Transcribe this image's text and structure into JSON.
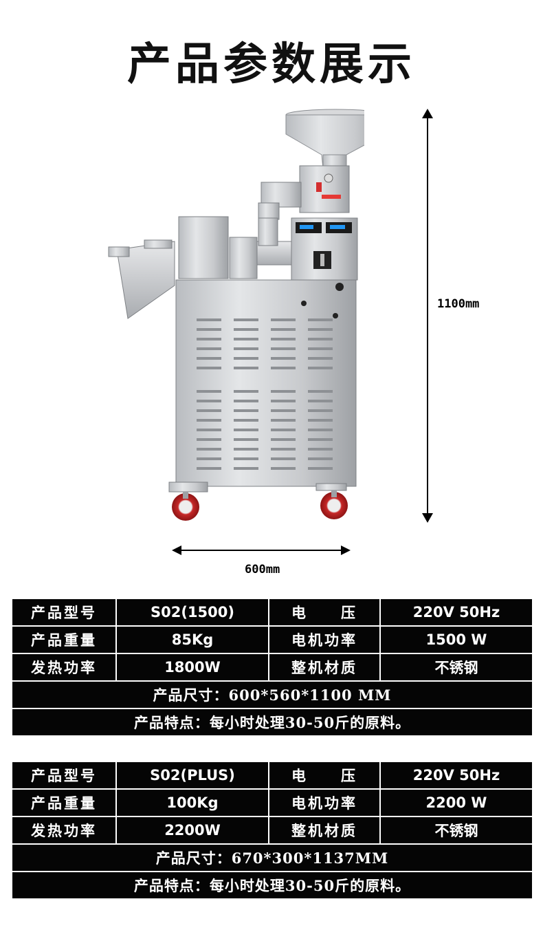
{
  "page": {
    "title": "产品参数展示"
  },
  "dimensions": {
    "height_label": "1100mm",
    "width_label": "600mm"
  },
  "specs": [
    {
      "model_label": "产品型号",
      "model_value": "S02(1500)",
      "voltage_label": "电　　压",
      "voltage_value": "220V 50Hz",
      "weight_label": "产品重量",
      "weight_value": "85Kg",
      "motor_label": "电机功率",
      "motor_value": "1500 W",
      "heat_label": "发热功率",
      "heat_value": "1800W",
      "material_label": "整机材质",
      "material_value": "不锈钢",
      "size_text": "产品尺寸：600*560*1100 MM",
      "feature_text": "产品特点：每小时处理30-50斤的原料。"
    },
    {
      "model_label": "产品型号",
      "model_value": "S02(PLUS)",
      "voltage_label": "电　　压",
      "voltage_value": "220V 50Hz",
      "weight_label": "产品重量",
      "weight_value": "100Kg",
      "motor_label": "电机功率",
      "motor_value": "2200 W",
      "heat_label": "发热功率",
      "heat_value": "2200W",
      "material_label": "整机材质",
      "material_value": "不锈钢",
      "size_text": "产品尺寸：670*300*1137MM",
      "feature_text": "产品特点：每小时处理30-50斤的原料。"
    }
  ]
}
